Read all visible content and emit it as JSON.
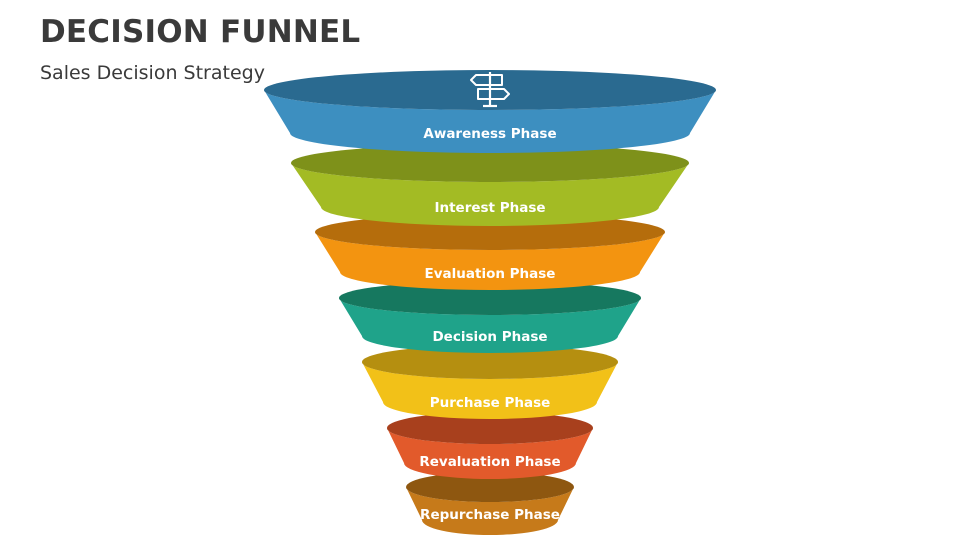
{
  "header": {
    "title": "DECISION FUNNEL",
    "subtitle": "Sales Decision Strategy"
  },
  "funnel": {
    "top_icon": "signpost-icon",
    "stages": [
      {
        "label": "Awareness Phase",
        "color": "#3d8fc0",
        "dark": "#2a6a90"
      },
      {
        "label": "Interest Phase",
        "color": "#a3bb24",
        "dark": "#7e911a"
      },
      {
        "label": "Evaluation Phase",
        "color": "#f39410",
        "dark": "#b56d0c"
      },
      {
        "label": "Decision Phase",
        "color": "#1fa38a",
        "dark": "#16785f"
      },
      {
        "label": "Purchase Phase",
        "color": "#f2c118",
        "dark": "#b58f10"
      },
      {
        "label": "Revaluation Phase",
        "color": "#e25a2b",
        "dark": "#a8401d"
      },
      {
        "label": "Repurchase Phase",
        "color": "#c67a1a",
        "dark": "#8e5710"
      }
    ]
  }
}
